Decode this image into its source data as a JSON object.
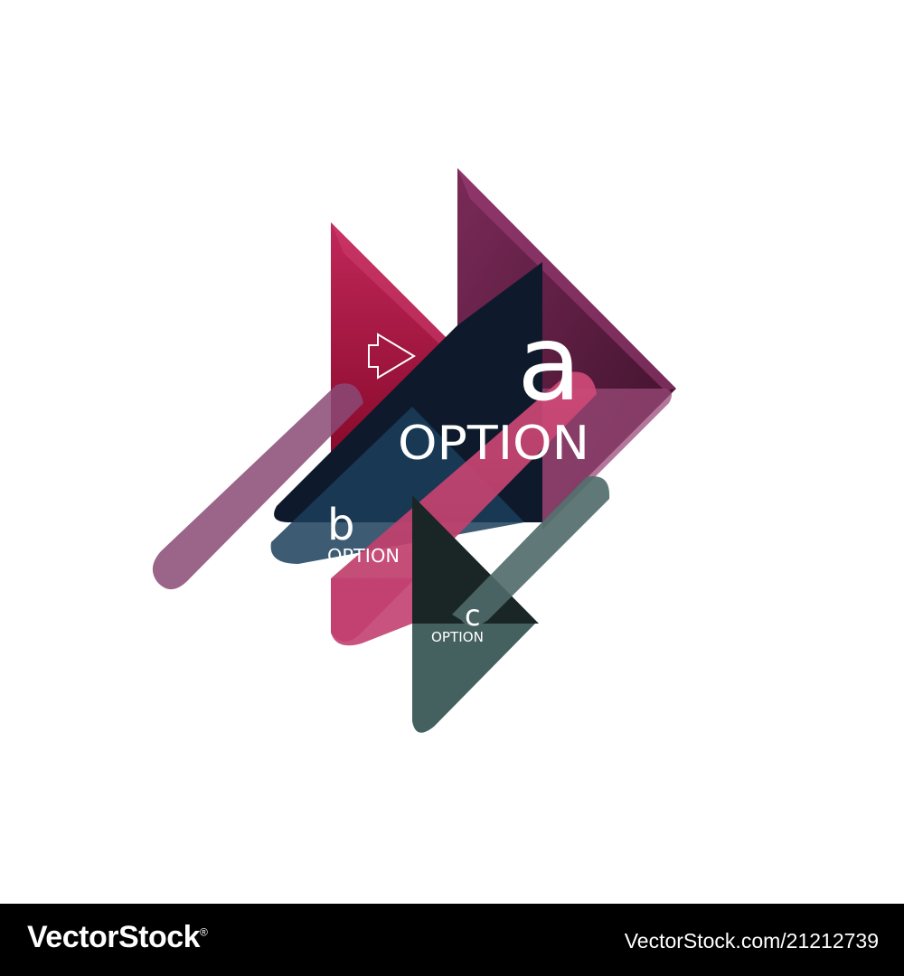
{
  "options": [
    {
      "letter": "a",
      "word": "OPTION"
    },
    {
      "letter": "b",
      "word": "OPTION"
    },
    {
      "letter": "c",
      "word": "OPTION"
    }
  ],
  "icon": "arrow-right-outline-icon",
  "colors": {
    "crimson": "#a0103a",
    "plum": "#5a1a3c",
    "navy": "#0e1f33",
    "teal-navy": "#173a56",
    "pink": "#c8406e",
    "mauve": "#8a4a70",
    "slate-green": "#425a5c",
    "dark-green": "#1d2a2a"
  },
  "footer": {
    "brand": "VectorStock",
    "brand_mark": "®",
    "stock_id": "VectorStock.com/21212739"
  }
}
